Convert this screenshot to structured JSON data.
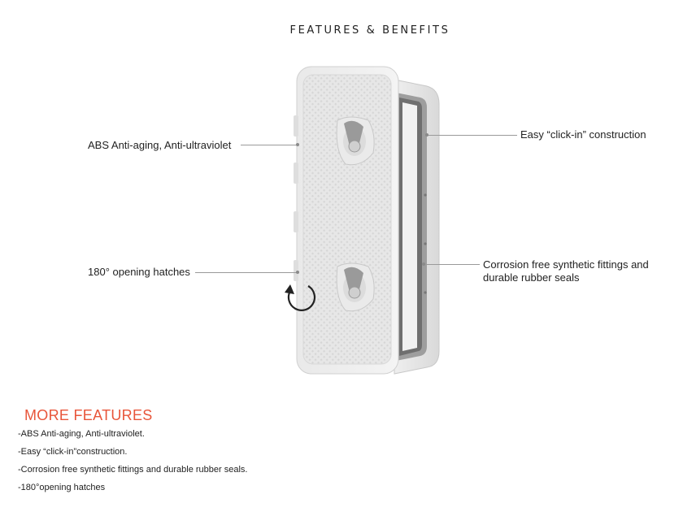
{
  "title": "FEATURES & BENEFITS",
  "callouts": {
    "abs": "ABS Anti-aging, Anti-ultraviolet",
    "click_in": "Easy “click-in” construction",
    "opening": "180° opening hatches",
    "corrosion": "Corrosion free synthetic fittings and durable rubber seals"
  },
  "product": {
    "image": "deck-hatch-icon"
  },
  "more_features": {
    "heading": "MORE FEATURES",
    "items": [
      "-ABS Anti-aging, Anti-ultraviolet.",
      "-Easy “click-in”construction.",
      "-Corrosion free synthetic fittings and durable rubber seals.",
      "-180°opening hatches"
    ]
  },
  "colors": {
    "accent": "#e8553a",
    "leader": "#9a9a9a"
  }
}
